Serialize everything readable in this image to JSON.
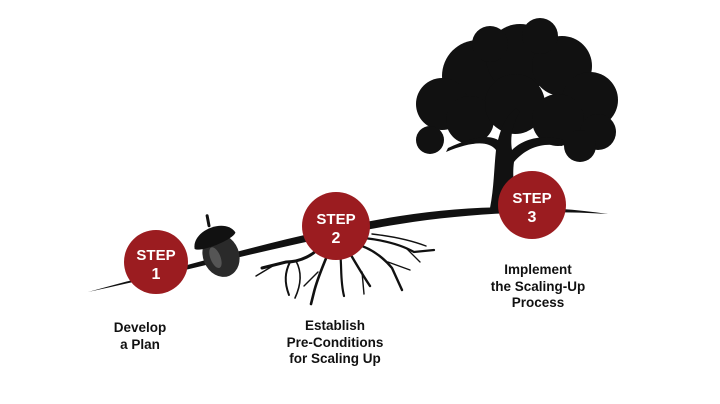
{
  "colors": {
    "accent": "#9b1c20",
    "ink": "#111111",
    "background": "#ffffff"
  },
  "steps": [
    {
      "label": "STEP",
      "number": "1",
      "caption": [
        "Develop",
        "a Plan"
      ],
      "icon": "acorn-icon"
    },
    {
      "label": "STEP",
      "number": "2",
      "caption": [
        "Establish",
        "Pre-Conditions",
        "for Scaling Up"
      ],
      "icon": "roots-icon"
    },
    {
      "label": "STEP",
      "number": "3",
      "caption": [
        "Implement",
        "the Scaling-Up",
        "Process"
      ],
      "icon": "tree-icon"
    }
  ]
}
